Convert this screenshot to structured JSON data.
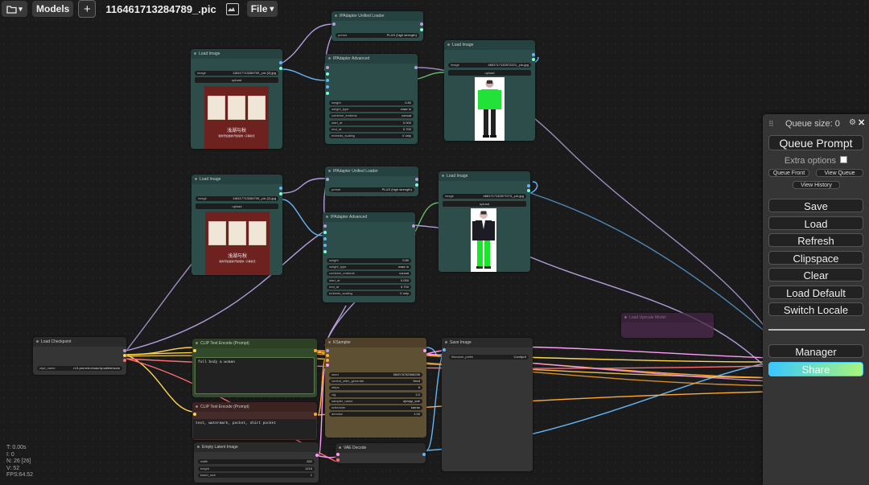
{
  "topbar": {
    "models_label": "Models",
    "plus_label": "+",
    "workflow_title": "116461713284789_.pic",
    "file_label": "File",
    "file_chevron": "▾",
    "folder_chevron": "▾"
  },
  "nodes": {
    "load_image_1": {
      "title": "Load Image",
      "image_label": "image",
      "image_value": "116417713284790_.pic (3).jpg",
      "upload": "upload",
      "card_title": "浅湖与秋",
      "card_sub": "喂你开饭尝鲜/开饭喂你 / 只等秋天"
    },
    "load_image_2": {
      "title": "Load Image",
      "image_label": "image",
      "image_value": "116417713284790_.pic (2).jpg",
      "upload": "upload",
      "card_title": "浅湖与秋",
      "card_sub": "喂你开饭尝鲜/开饭喂你 / 只等秋天"
    },
    "ipa_loader_1": {
      "title": "IPAdapter Unified Loader",
      "preset_label": "preset",
      "preset_value": "PLUS (high strength)"
    },
    "ipa_loader_2": {
      "title": "IPAdapter Unified Loader",
      "preset_label": "preset",
      "preset_value": "PLUS (high strength)"
    },
    "ipa_adv_1": {
      "title": "IPAdapter Advanced",
      "widgets": [
        {
          "label": "weight",
          "value": "0.80"
        },
        {
          "label": "weight_type",
          "value": "ease in"
        },
        {
          "label": "combine_embeds",
          "value": "concat"
        },
        {
          "label": "start_at",
          "value": "0.000"
        },
        {
          "label": "end_at",
          "value": "0.700"
        },
        {
          "label": "embeds_scaling",
          "value": "V only"
        }
      ]
    },
    "ipa_adv_2": {
      "title": "IPAdapter Advanced",
      "widgets": [
        {
          "label": "weight",
          "value": "0.80"
        },
        {
          "label": "weight_type",
          "value": "ease in"
        },
        {
          "label": "combine_embeds",
          "value": "concat"
        },
        {
          "label": "start_at",
          "value": "0.000"
        },
        {
          "label": "end_at",
          "value": "0.700"
        },
        {
          "label": "embeds_scaling",
          "value": "V only"
        }
      ]
    },
    "load_image_3": {
      "title": "Load Image",
      "image_label": "image",
      "image_value": "4651717132572221_.pic.jpg",
      "upload": "upload"
    },
    "load_image_4": {
      "title": "Load Image",
      "image_label": "image",
      "image_value": "4661717132577273_.pic.jpg",
      "upload": "upload"
    },
    "checkpoint": {
      "title": "Load Checkpoint",
      "ckpt_label": "ckpt_name",
      "ckpt_value": "rt-5-pruned-emaonly.safetensors"
    },
    "clip_pos": {
      "title": "CLIP Text Encode (Prompt)",
      "text": "full body a woman"
    },
    "clip_neg": {
      "title": "CLIP Text Encode (Prompt)",
      "text": "text, watermark, pocket, shirt pocket"
    },
    "ksampler": {
      "title": "KSampler",
      "widgets": [
        {
          "label": "seed",
          "value": "560078782568236"
        },
        {
          "label": "control_after_generate",
          "value": "fixed"
        },
        {
          "label": "steps",
          "value": "8"
        },
        {
          "label": "cfg",
          "value": "2.0"
        },
        {
          "label": "sampler_name",
          "value": "dpmpp_sde"
        },
        {
          "label": "scheduler",
          "value": "karras"
        },
        {
          "label": "denoise",
          "value": "1.00"
        }
      ]
    },
    "save_image": {
      "title": "Save Image",
      "prefix_label": "filename_prefix",
      "prefix_value": "ComfyUI"
    },
    "empty_latent": {
      "title": "Empty Latent Image",
      "widgets": [
        {
          "label": "width",
          "value": "832"
        },
        {
          "label": "height",
          "value": "1216"
        },
        {
          "label": "batch_size",
          "value": "1"
        }
      ]
    },
    "vae_decode": {
      "title": "VAE Decode"
    },
    "faded": {
      "title": "Load Upscale Model"
    }
  },
  "menu": {
    "queue_size": "Queue size: 0",
    "queue_prompt": "Queue Prompt",
    "extra_options": "Extra options",
    "queue_front": "Queue Front",
    "view_queue": "View Queue",
    "view_history": "View History",
    "save": "Save",
    "load": "Load",
    "refresh": "Refresh",
    "clipspace": "Clipspace",
    "clear": "Clear",
    "load_default": "Load Default",
    "switch_locale": "Switch Locale",
    "manager": "Manager",
    "share": "Share"
  },
  "stats": {
    "t": "T: 0.00s",
    "i": "I: 0",
    "n": "N: 26 [26]",
    "v": "V: 52",
    "fps": "FPS:64.52"
  },
  "colors": {
    "share_gradient_start": "#39c8ff",
    "share_gradient_end": "#a8f57a",
    "wire_image": "#64b5f6",
    "wire_model": "#b39ddb",
    "wire_clip": "#ffd54f",
    "wire_conditioning": "#ffa931",
    "wire_latent": "#ff9cf9",
    "wire_vae": "#ff6e6e"
  }
}
